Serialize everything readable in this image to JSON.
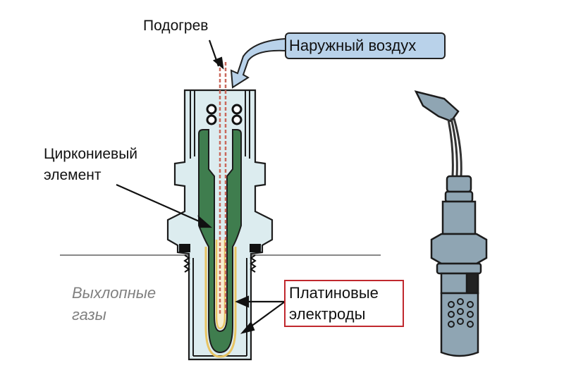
{
  "diagram": {
    "title": "Oxygen sensor (lambda probe) cross-section",
    "labels": {
      "heater": "Подогрев",
      "outside_air": "Наружный воздух",
      "zirconia_line1": "Циркониевый",
      "zirconia_line2": "элемент",
      "exhaust_line1": "Выхлопные",
      "exhaust_line2": "газы",
      "platinum_line1": "Платиновые",
      "platinum_line2": "электроды"
    },
    "colors": {
      "zirconia": "#3f7d4e",
      "housing_fill": "#dcecef",
      "air_arrow": "#b9d2ea",
      "heater": "#c9695c",
      "electrode": "#e8c462",
      "highlight_box": "#c0282e",
      "sensor_body": "#8fa5b3",
      "exhaust_text": "#808080"
    }
  }
}
